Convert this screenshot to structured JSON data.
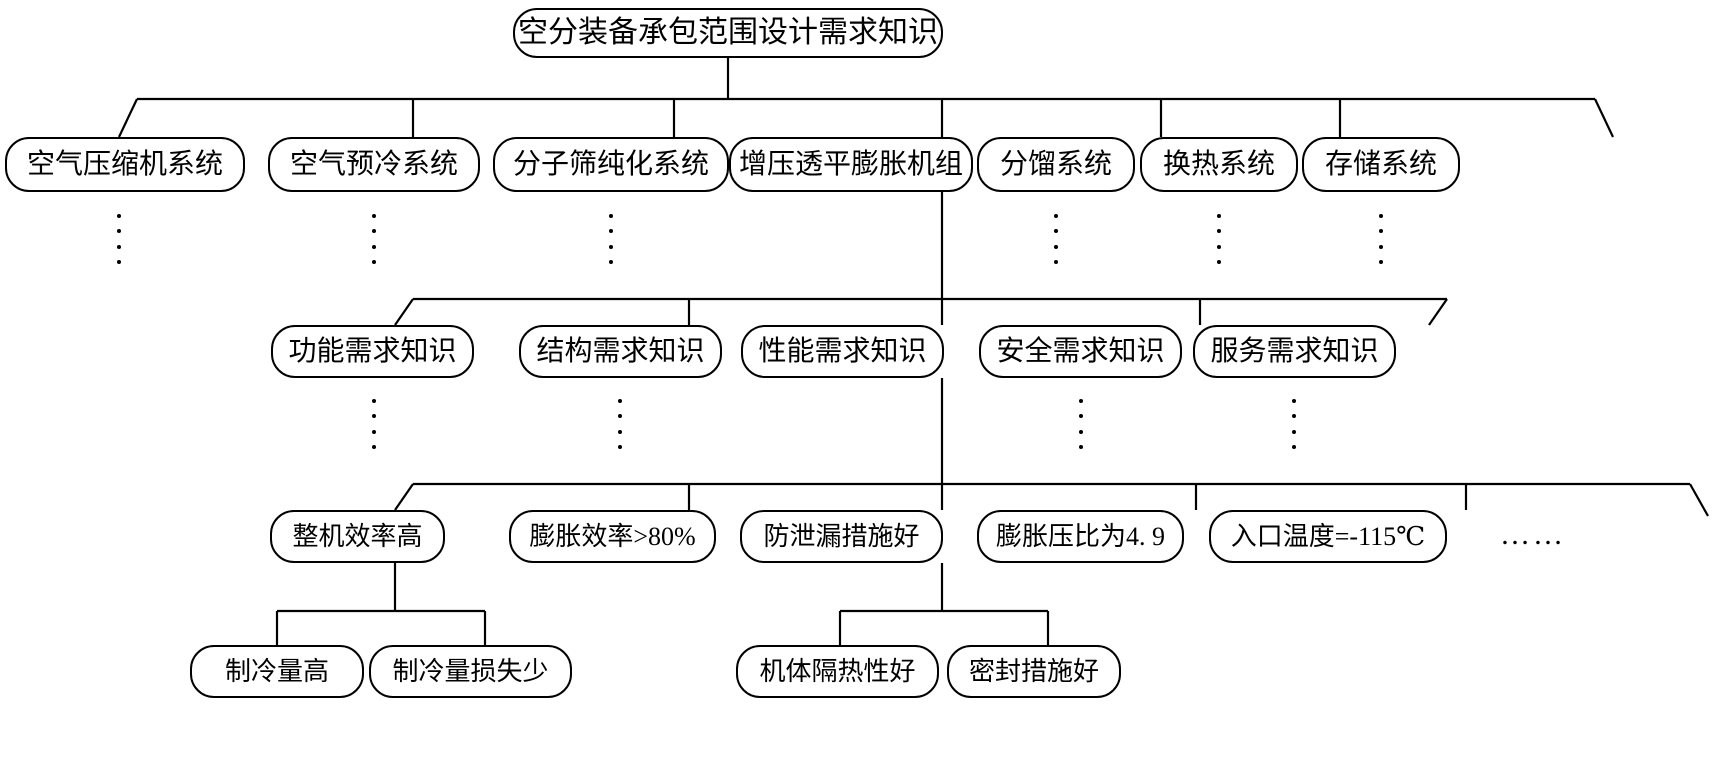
{
  "diagram": {
    "title": "空分装备承包范围设计需求知识",
    "type": "tree",
    "levels": 5,
    "root": {
      "id": "root",
      "label": "空分装备承包范围设计需求知识"
    },
    "level1": [
      {
        "id": "l1-1",
        "label": "空气压缩机系统"
      },
      {
        "id": "l1-2",
        "label": "空气预冷系统"
      },
      {
        "id": "l1-3",
        "label": "分子筛纯化系统"
      },
      {
        "id": "l1-4",
        "label": "增压透平膨胀机组"
      },
      {
        "id": "l1-5",
        "label": "分馏系统"
      },
      {
        "id": "l1-6",
        "label": "换热系统"
      },
      {
        "id": "l1-7",
        "label": "存储系统"
      }
    ],
    "level2": [
      {
        "id": "l2-1",
        "label": "功能需求知识"
      },
      {
        "id": "l2-2",
        "label": "结构需求知识"
      },
      {
        "id": "l2-3",
        "label": "性能需求知识"
      },
      {
        "id": "l2-4",
        "label": "安全需求知识"
      },
      {
        "id": "l2-5",
        "label": "服务需求知识"
      }
    ],
    "level3": [
      {
        "id": "l3-1",
        "label": "整机效率高"
      },
      {
        "id": "l3-2",
        "label": "膨胀效率>80%"
      },
      {
        "id": "l3-3",
        "label": "防泄漏措施好"
      },
      {
        "id": "l3-4",
        "label": "膨胀压比为4. 9"
      },
      {
        "id": "l3-5",
        "label": "入口温度=-115℃"
      }
    ],
    "level4": [
      {
        "id": "l4-1",
        "label": "制冷量高"
      },
      {
        "id": "l4-2",
        "label": "制冷量损失少"
      },
      {
        "id": "l4-3",
        "label": "机体隔热性好"
      },
      {
        "id": "l4-4",
        "label": "密封措施好"
      }
    ],
    "more_indicator": "……",
    "vertical_ellipsis_count": 11,
    "colors": {
      "stroke": "#000000",
      "fill": "#ffffff",
      "text": "#000000"
    }
  }
}
